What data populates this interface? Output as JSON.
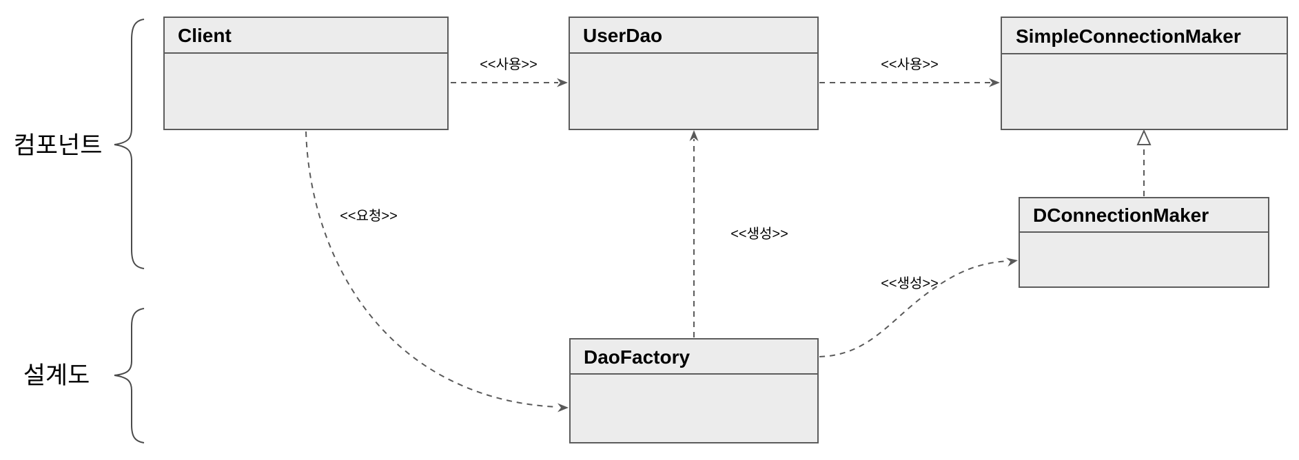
{
  "colors": {
    "background": "#ffffff",
    "box_fill": "#ececec",
    "box_border": "#5b5b5b",
    "edge_line": "#595959",
    "text": "#000000"
  },
  "groups": {
    "component": {
      "label": "컴포넌트"
    },
    "blueprint": {
      "label": "설계도"
    }
  },
  "classes": {
    "client": {
      "title": "Client"
    },
    "userdao": {
      "title": "UserDao"
    },
    "simpleconnectionmaker": {
      "title": "SimpleConnectionMaker"
    },
    "dconnectionmaker": {
      "title": "DConnectionMaker"
    },
    "daofactory": {
      "title": "DaoFactory"
    }
  },
  "arrows": {
    "client_to_userdao": {
      "label": "<<사용>>",
      "type": "dashed dependency"
    },
    "userdao_to_simpleconnection": {
      "label": "<<사용>>",
      "type": "dashed dependency"
    },
    "daofactory_to_userdao": {
      "label": "<<생성>>",
      "type": "dashed dependency"
    },
    "daofactory_to_dconnection": {
      "label": "<<생성>>",
      "type": "dashed dependency"
    },
    "client_to_daofactory": {
      "label": "<<요청>>",
      "type": "dashed dependency"
    },
    "dconnection_to_simpleconnection": {
      "label": "",
      "type": "dashed realization"
    }
  }
}
